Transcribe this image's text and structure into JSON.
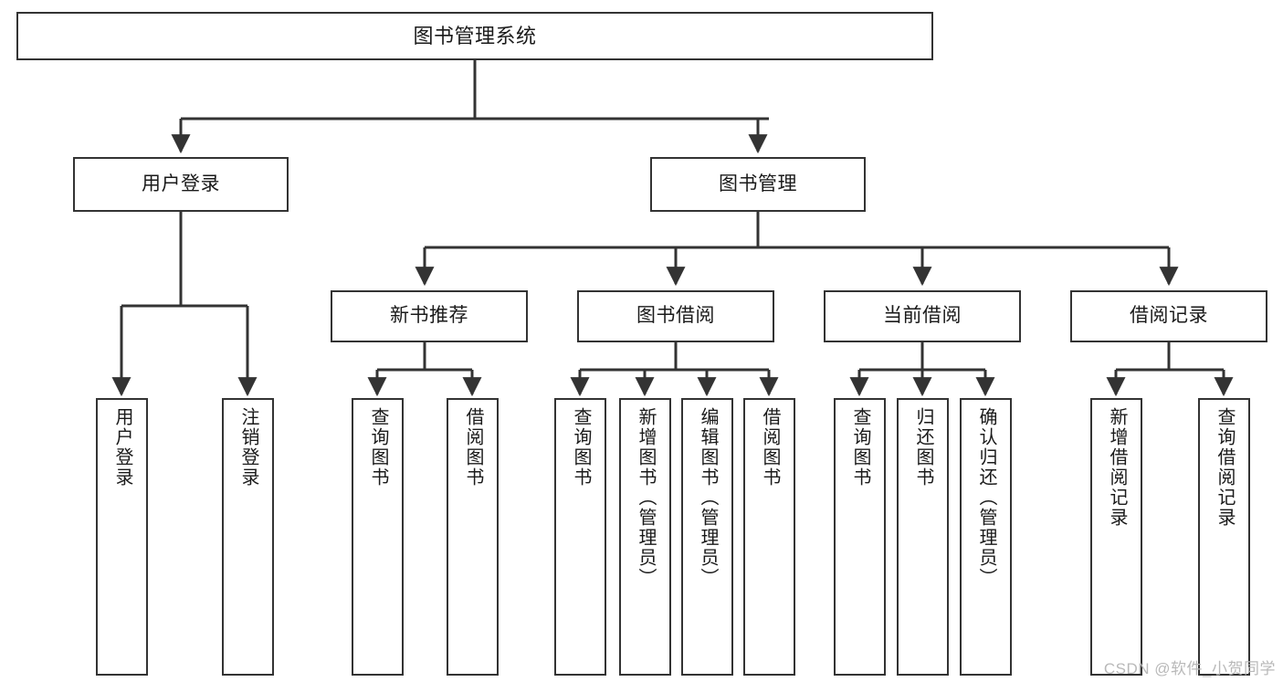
{
  "diagram": {
    "title": "图书管理系统",
    "type": "tree",
    "colors": {
      "background": "#ffffff",
      "box_border": "#333333",
      "box_fill": "#ffffff",
      "text": "#1a1a1a",
      "connector": "#333333",
      "watermark": "#b9b9b9"
    },
    "root": {
      "label": "图书管理系统"
    },
    "level2": [
      {
        "label": "用户登录"
      },
      {
        "label": "图书管理"
      }
    ],
    "level3": [
      {
        "label": "新书推荐"
      },
      {
        "label": "图书借阅"
      },
      {
        "label": "当前借阅"
      },
      {
        "label": "借阅记录"
      }
    ],
    "leaves": {
      "user_login": [
        {
          "label": "用户登录"
        },
        {
          "label": "注销登录"
        }
      ],
      "new_book_recommend": [
        {
          "label": "查询图书"
        },
        {
          "label": "借阅图书"
        }
      ],
      "book_borrow": [
        {
          "label": "查询图书"
        },
        {
          "label": "新增图书（管理员）"
        },
        {
          "label": "编辑图书（管理员）"
        },
        {
          "label": "借阅图书"
        }
      ],
      "current_borrow": [
        {
          "label": "查询图书"
        },
        {
          "label": "归还图书"
        },
        {
          "label": "确认归还（管理员）"
        }
      ],
      "borrow_record": [
        {
          "label": "新增借阅记录"
        },
        {
          "label": "查询借阅记录"
        }
      ]
    },
    "watermark": "CSDN @软件_小贺同学"
  }
}
